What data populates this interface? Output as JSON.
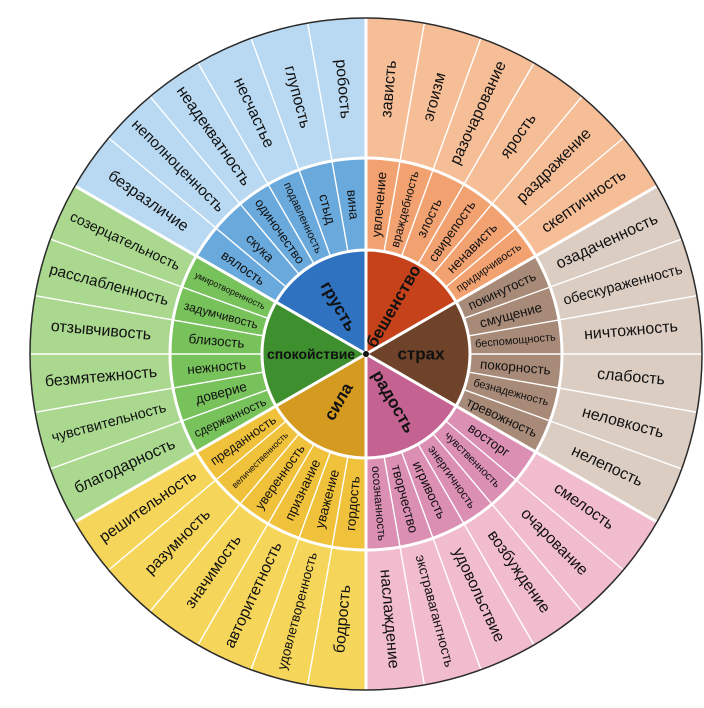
{
  "sectors": [
    {
      "core": "бешенство",
      "core_color": "#c6421b",
      "mid_color": "#f2a271",
      "outer_color": "#f6be97",
      "middle": [
        "увлечение",
        "враждебность",
        "злость",
        "свирепость",
        "ненависть",
        "придирчивость"
      ],
      "outer": [
        "зависть",
        "эгоизм",
        "разочарование",
        "ярость",
        "раздражение",
        "скептичность"
      ]
    },
    {
      "core": "страх",
      "core_color": "#6e4329",
      "mid_color": "#a88a78",
      "outer_color": "#dccdc3",
      "middle": [
        "покинутость",
        "смущение",
        "беспомощность",
        "покорность",
        "безнадежность",
        "тревожность"
      ],
      "outer": [
        "озадаченность",
        "обескураженность",
        "ничтожность",
        "слабость",
        "неловкость",
        "нелепость"
      ]
    },
    {
      "core": "радость",
      "core_color": "#c46391",
      "mid_color": "#db8fb3",
      "outer_color": "#f2bccf",
      "middle": [
        "восторг",
        "чувственность",
        "энергичность",
        "игривость",
        "творчество",
        "осознанность"
      ],
      "outer": [
        "смелость",
        "очарование",
        "возбуждение",
        "удовольствие",
        "экстравагантность",
        "наслаждение"
      ]
    },
    {
      "core": "сила",
      "core_color": "#d49b20",
      "mid_color": "#f0c13a",
      "outer_color": "#f6d65a",
      "middle": [
        "гордость",
        "уважение",
        "признание",
        "уверенность",
        "величественность",
        "преданность"
      ],
      "outer": [
        "бодрость",
        "удовлетворенность",
        "авторитетность",
        "значимость",
        "разумность",
        "решительность"
      ]
    },
    {
      "core": "спокойствие",
      "core_color": "#3e8f2e",
      "mid_color": "#77c25a",
      "outer_color": "#a9d88e",
      "middle": [
        "сдержанность",
        "доверие",
        "нежность",
        "близость",
        "задумчивость",
        "умиротворенность"
      ],
      "outer": [
        "благодарность",
        "чувствительность",
        "безмятежность",
        "отзывчивость",
        "расслабленность",
        "созерцательность"
      ]
    },
    {
      "core": "грусть",
      "core_color": "#2f72c0",
      "mid_color": "#6aa9dc",
      "outer_color": "#b8d9f1",
      "middle": [
        "вялость",
        "скука",
        "одиночество",
        "подавленность",
        "стыд",
        "вина"
      ],
      "outer": [
        "безразличие",
        "неполноценность",
        "неадекватность",
        "несчастье",
        "глупость",
        "робость"
      ]
    }
  ]
}
